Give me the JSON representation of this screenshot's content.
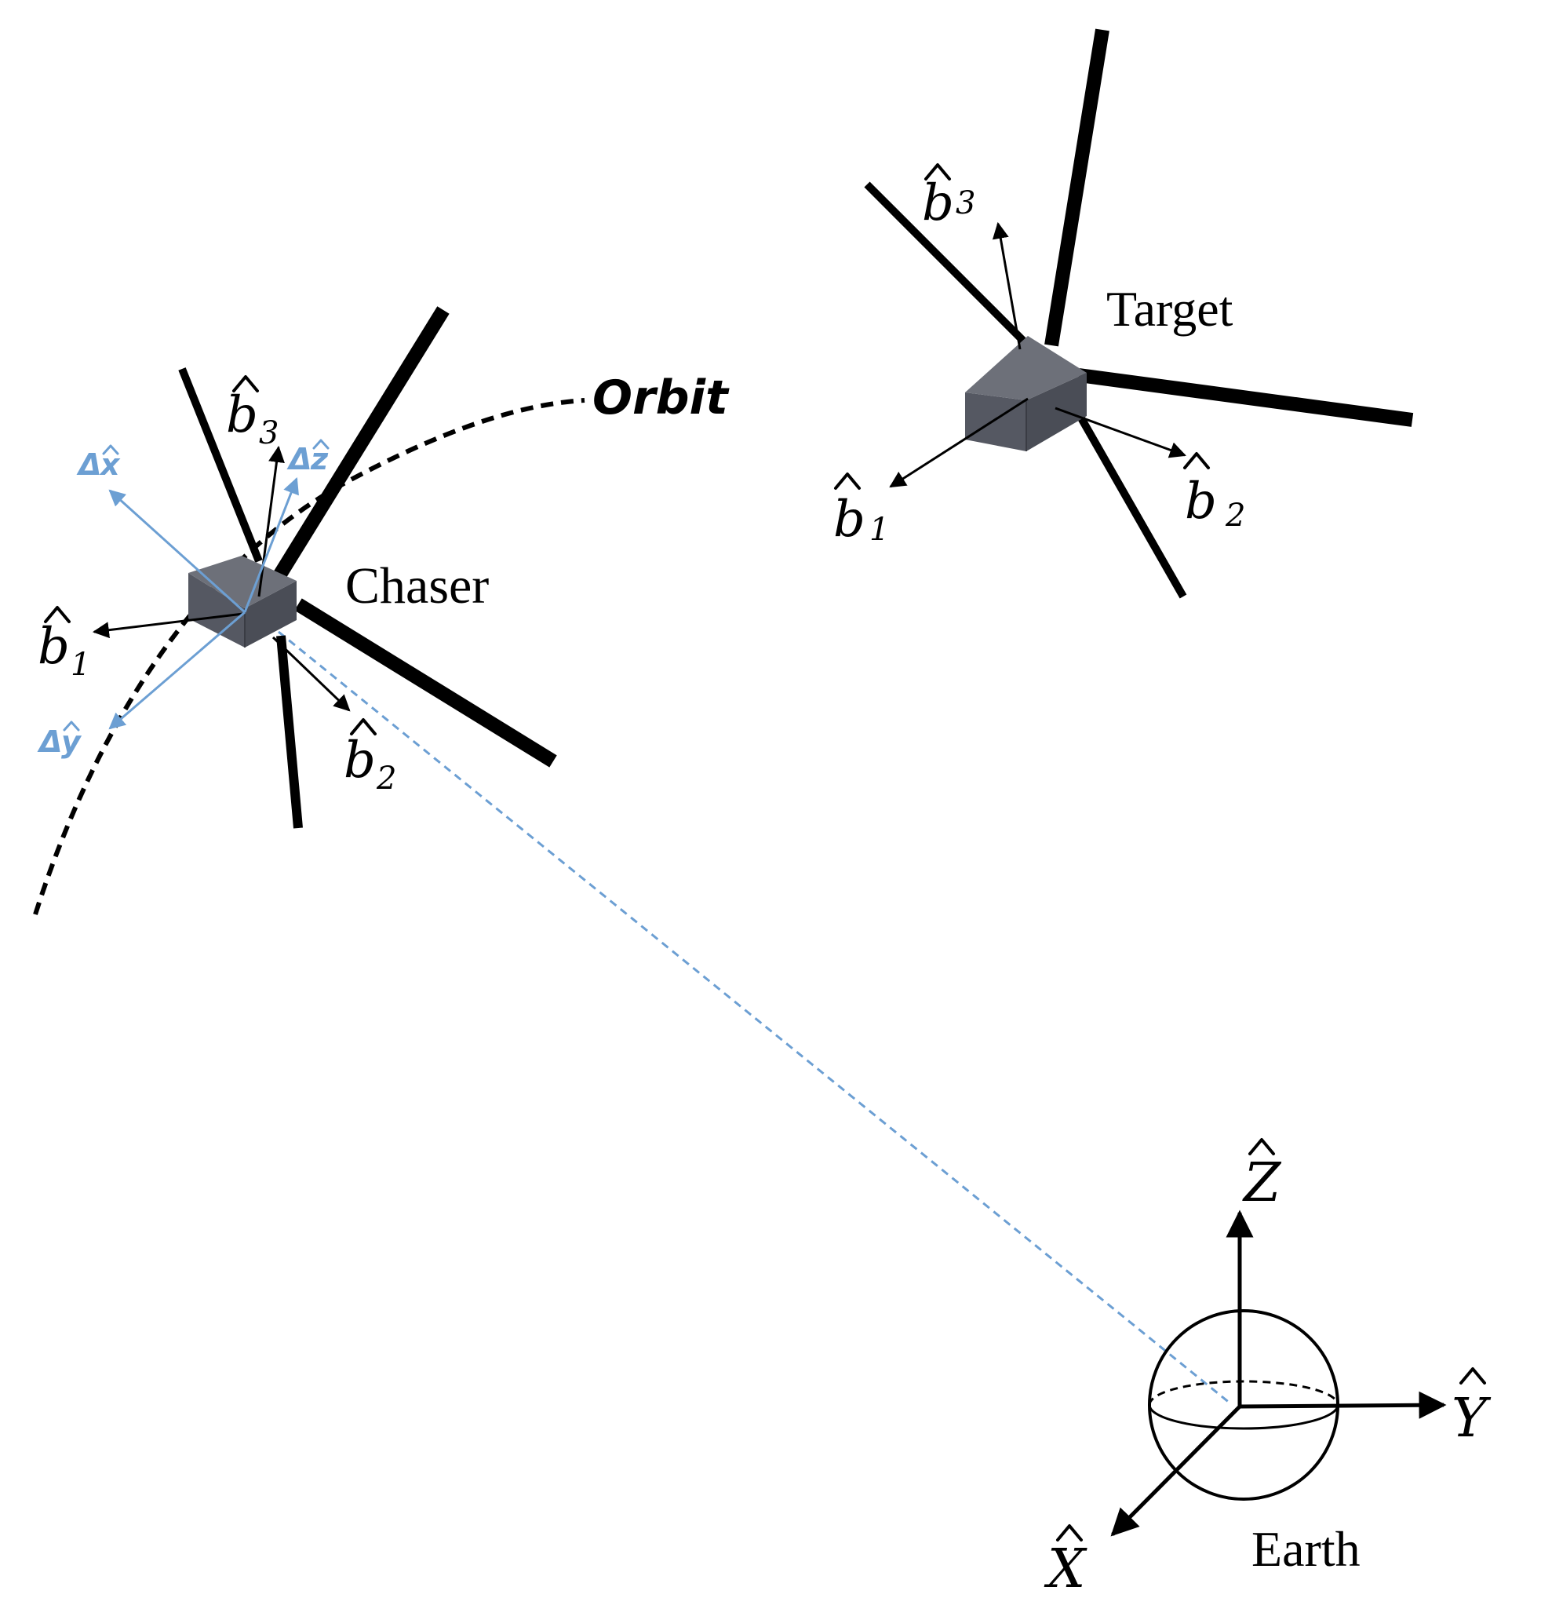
{
  "labels": {
    "orbit": "Orbit",
    "chaser": "Chaser",
    "target": "Target",
    "earth": "Earth"
  },
  "chaser_axes": {
    "b1": {
      "letter": "b",
      "sub": "1"
    },
    "b2": {
      "letter": "b",
      "sub": "2"
    },
    "b3": {
      "letter": "b",
      "sub": "3"
    }
  },
  "target_axes": {
    "b1": {
      "letter": "b",
      "sub": "1"
    },
    "b2": {
      "letter": "b",
      "sub": "2"
    },
    "b3": {
      "letter": "b",
      "sub": "3"
    }
  },
  "relative_axes": {
    "dx": {
      "delta": "Δ",
      "letter": "x"
    },
    "dy": {
      "delta": "Δ",
      "letter": "y"
    },
    "dz": {
      "delta": "Δ",
      "letter": "z"
    }
  },
  "inertial_axes": {
    "X": "X",
    "Y": "Y",
    "Z": "Z"
  },
  "colors": {
    "line": "#000000",
    "relative": "#6c9fd3",
    "cube_front": "#555862",
    "cube_top": "#6d7079",
    "cube_side": "#4a4d56"
  }
}
